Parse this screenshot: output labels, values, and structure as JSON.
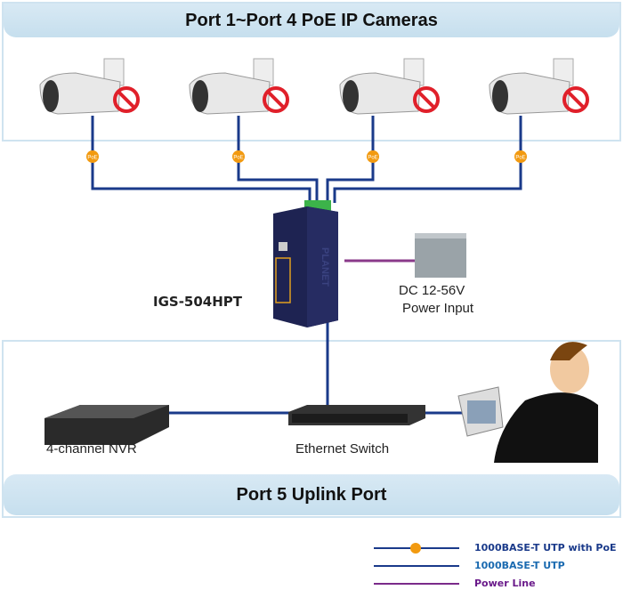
{
  "top_band": {
    "title": "Port 1~Port 4 PoE IP Cameras"
  },
  "bottom_band": {
    "title": "Port 5 Uplink Port"
  },
  "device": {
    "model": "IGS-504HPT",
    "brand": "PLANET"
  },
  "power": {
    "line1": "DC 12-56V",
    "line2": "Power Input"
  },
  "nvr": {
    "label": "4-channel NVR"
  },
  "switch": {
    "label": "Ethernet Switch"
  },
  "poe_badge": "PoE",
  "cameras": [
    {
      "name": "camera-1"
    },
    {
      "name": "camera-2"
    },
    {
      "name": "camera-3"
    },
    {
      "name": "camera-4"
    }
  ],
  "legend": [
    {
      "label": "1000BASE-T UTP with PoE",
      "color": "#1a3a8a",
      "text_color": "#1a3a8a"
    },
    {
      "label": "1000BASE-T UTP",
      "color": "#1a3a8a",
      "text_color": "#1a6ab0"
    },
    {
      "label": "Power Line",
      "color": "#7a2a8a",
      "text_color": "#6a1a8a"
    }
  ],
  "colors": {
    "utp": "#1a3a8a",
    "power": "#8a3a8a",
    "poe": "#f29a10"
  }
}
